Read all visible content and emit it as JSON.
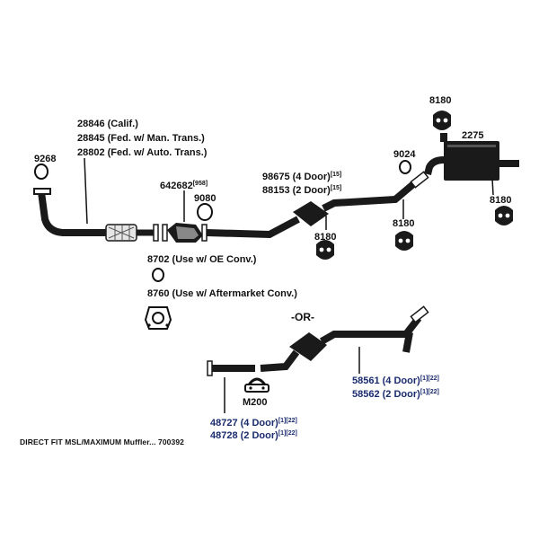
{
  "colors": {
    "ink": "#111111",
    "pipe": "#1a1a1a",
    "blue_label": "#1a2b6e",
    "background": "#ffffff"
  },
  "labels": {
    "p9268": "9268",
    "p28846": "28846 (Calif.)",
    "p28845": "28845 (Fed. w/ Man. Trans.)",
    "p28802": "28802 (Fed. w/ Auto. Trans.)",
    "p642682": "642682",
    "p642682_ref": "[958]",
    "p9080": "9080",
    "p8702": "8702 (Use w/ OE Conv.)",
    "p8760": "8760 (Use w/ Aftermarket Conv.)",
    "p98675": "98675 (4 Door)",
    "p98675_ref": "[15]",
    "p88153": "88153 (2 Door)",
    "p88153_ref": "[15]",
    "p8180_center": "8180",
    "p8180_mid": "8180",
    "p8180_top": "8180",
    "p8180_right": "8180",
    "p9024": "9024",
    "p2275": "2275",
    "or_text": "-OR-",
    "p58561": "58561 (4 Door)",
    "p58561_ref": "[1][22]",
    "p58562": "58562 (2 Door)",
    "p58562_ref": "[1][22]",
    "pM200": "M200",
    "p48727": "48727 (4 Door)",
    "p48727_ref": "[1][22]",
    "p48728": "48728 (2 Door)",
    "p48728_ref": "[1][22]",
    "footer": "DIRECT FIT MSL/MAXIMUM Muffler... 700392"
  }
}
